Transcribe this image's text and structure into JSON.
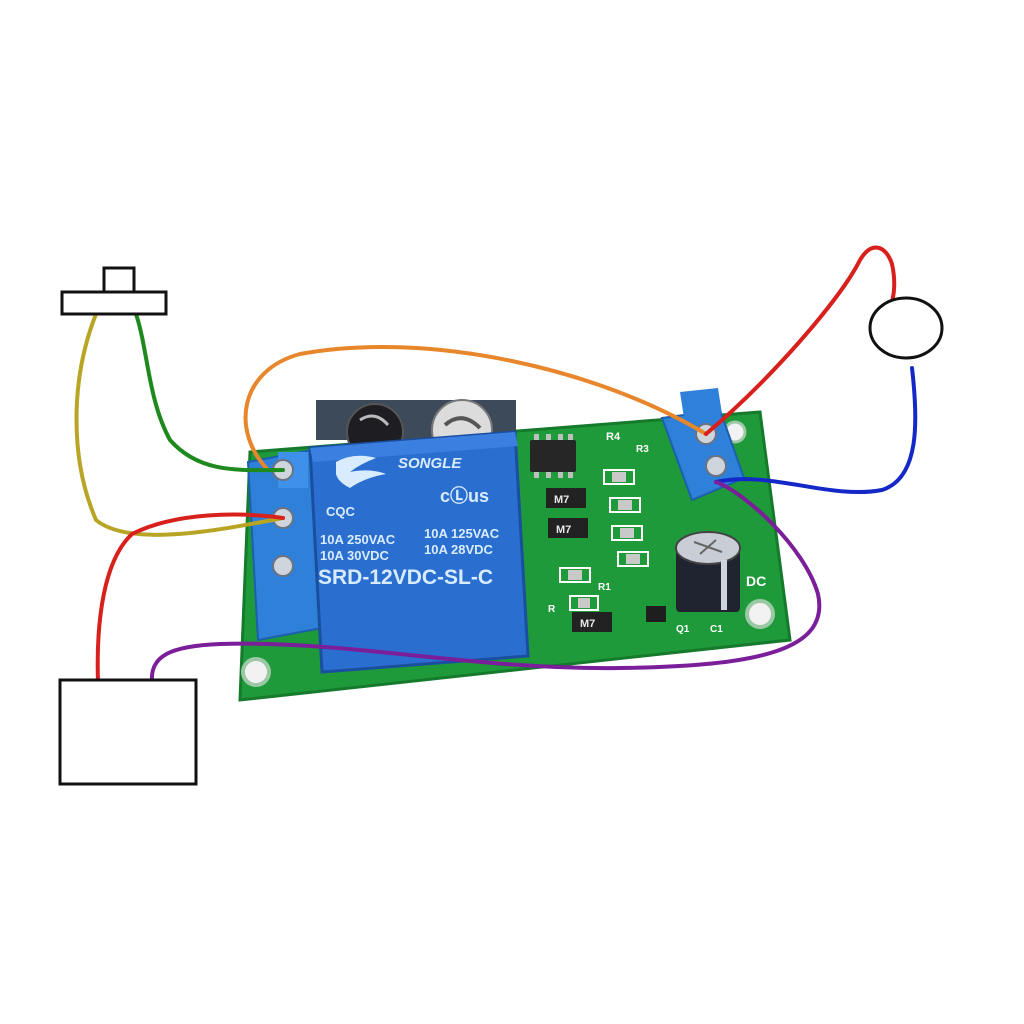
{
  "relay": {
    "brand": "SONGLE",
    "rating_1": "10A 250VAC",
    "rating_2": "10A 125VAC",
    "rating_3": "10A 30VDC",
    "rating_4": "10A 28VDC",
    "model": "SRD-12VDC-SL-C",
    "cqc": "CQC",
    "ul": "cⓁus"
  },
  "board": {
    "label_r4": "R4",
    "label_r3": "R3",
    "label_r1": "R1",
    "label_r": "R",
    "label_q1": "Q1",
    "label_c1": "C1",
    "label_dc": "DC",
    "label_m7": "M7"
  },
  "colors": {
    "pcb": "#1f9a3a",
    "relay": "#2a6fd0",
    "terminal": "#2f80d8",
    "wire_orange": "#e8862c",
    "wire_red": "#d8201c",
    "wire_green": "#1e8a1e",
    "wire_yellow": "#b8a526",
    "wire_purple": "#7a1e9a",
    "wire_blue": "#1428c8"
  }
}
